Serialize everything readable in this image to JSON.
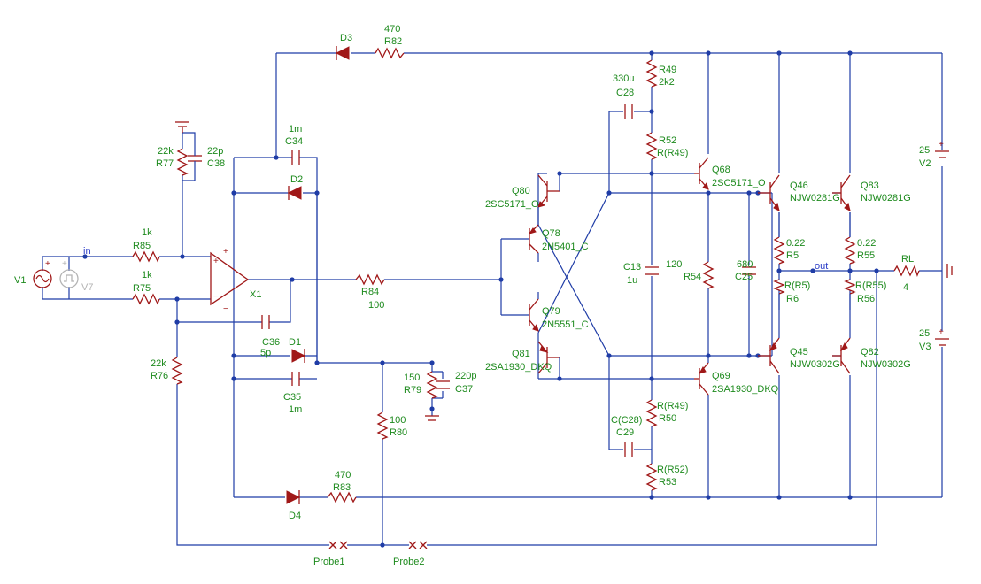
{
  "labels": {
    "D3": "D3",
    "R82_val": "470",
    "R82": "R82",
    "R49": "R49",
    "R49_val": "2k2",
    "C28_val": "330u",
    "C28": "C28",
    "R52": "R52",
    "R52_val": "R(R49)",
    "Q68": "Q68",
    "Q68_type": "2SC5171_O",
    "Q46": "Q46",
    "Q46_type": "NJW0281G",
    "Q83": "Q83",
    "Q83_type": "NJW0281G",
    "V2_val": "25",
    "V2": "V2",
    "C34_val": "1m",
    "C34": "C34",
    "D2": "D2",
    "R77_val": "22k",
    "R77": "R77",
    "C38_val": "22p",
    "C38": "C38",
    "Q80": "Q80",
    "Q80_type": "2SC5171_O",
    "Q78": "Q78",
    "Q78_type": "2N5401_C",
    "R85_val": "1k",
    "R85": "R85",
    "R75_val": "1k",
    "R75": "R75",
    "V1": "V1",
    "V7": "V7",
    "X1": "X1",
    "R84": "R84",
    "R84_val": "100",
    "Q79": "Q79",
    "Q79_type": "2N5551_C",
    "C13": "C13",
    "C13_val": "1u",
    "R54_val": "120",
    "R54": "R54",
    "C25_val": "680",
    "C25": "C25",
    "R5_val": "0.22",
    "R5": "R5",
    "R6_val": "R(R5)",
    "R6": "R6",
    "R55_val": "0.22",
    "R55": "R55",
    "R56_val": "R(R55)",
    "R56": "R56",
    "RL": "RL",
    "RL_val": "4",
    "C36": "C36",
    "C36_val": "5p",
    "D1": "D1",
    "R76_val": "22k",
    "R76": "R76",
    "C35": "C35",
    "C35_val": "1m",
    "Q81": "Q81",
    "Q81_type": "2SA1930_DKQ",
    "Q69": "Q69",
    "Q69_type": "2SA1930_DKQ",
    "Q45": "Q45",
    "Q45_type": "NJW0302G",
    "Q82": "Q82",
    "Q82_type": "NJW0302G",
    "V3_val": "25",
    "V3": "V3",
    "R79_val": "150",
    "R79": "R79",
    "C37_val": "220p",
    "C37": "C37",
    "R50_val": "R(R49)",
    "R50": "R50",
    "C29_val": "C(C28)",
    "C29": "C29",
    "R53_val": "R(R52)",
    "R53": "R53",
    "R80_val": "100",
    "R80": "R80",
    "R83_val": "470",
    "R83": "R83",
    "D4": "D4",
    "Probe1": "Probe1",
    "Probe2": "Probe2"
  },
  "nets": {
    "in": "in",
    "out": "out"
  },
  "symbols": {
    "plus": "+",
    "minus": "−"
  },
  "colors": {
    "wire": "#1f3ca6",
    "component": "#a01818",
    "label": "#1d8a1d",
    "net": "#2a3cc8",
    "disabled": "#b4b4b4"
  }
}
